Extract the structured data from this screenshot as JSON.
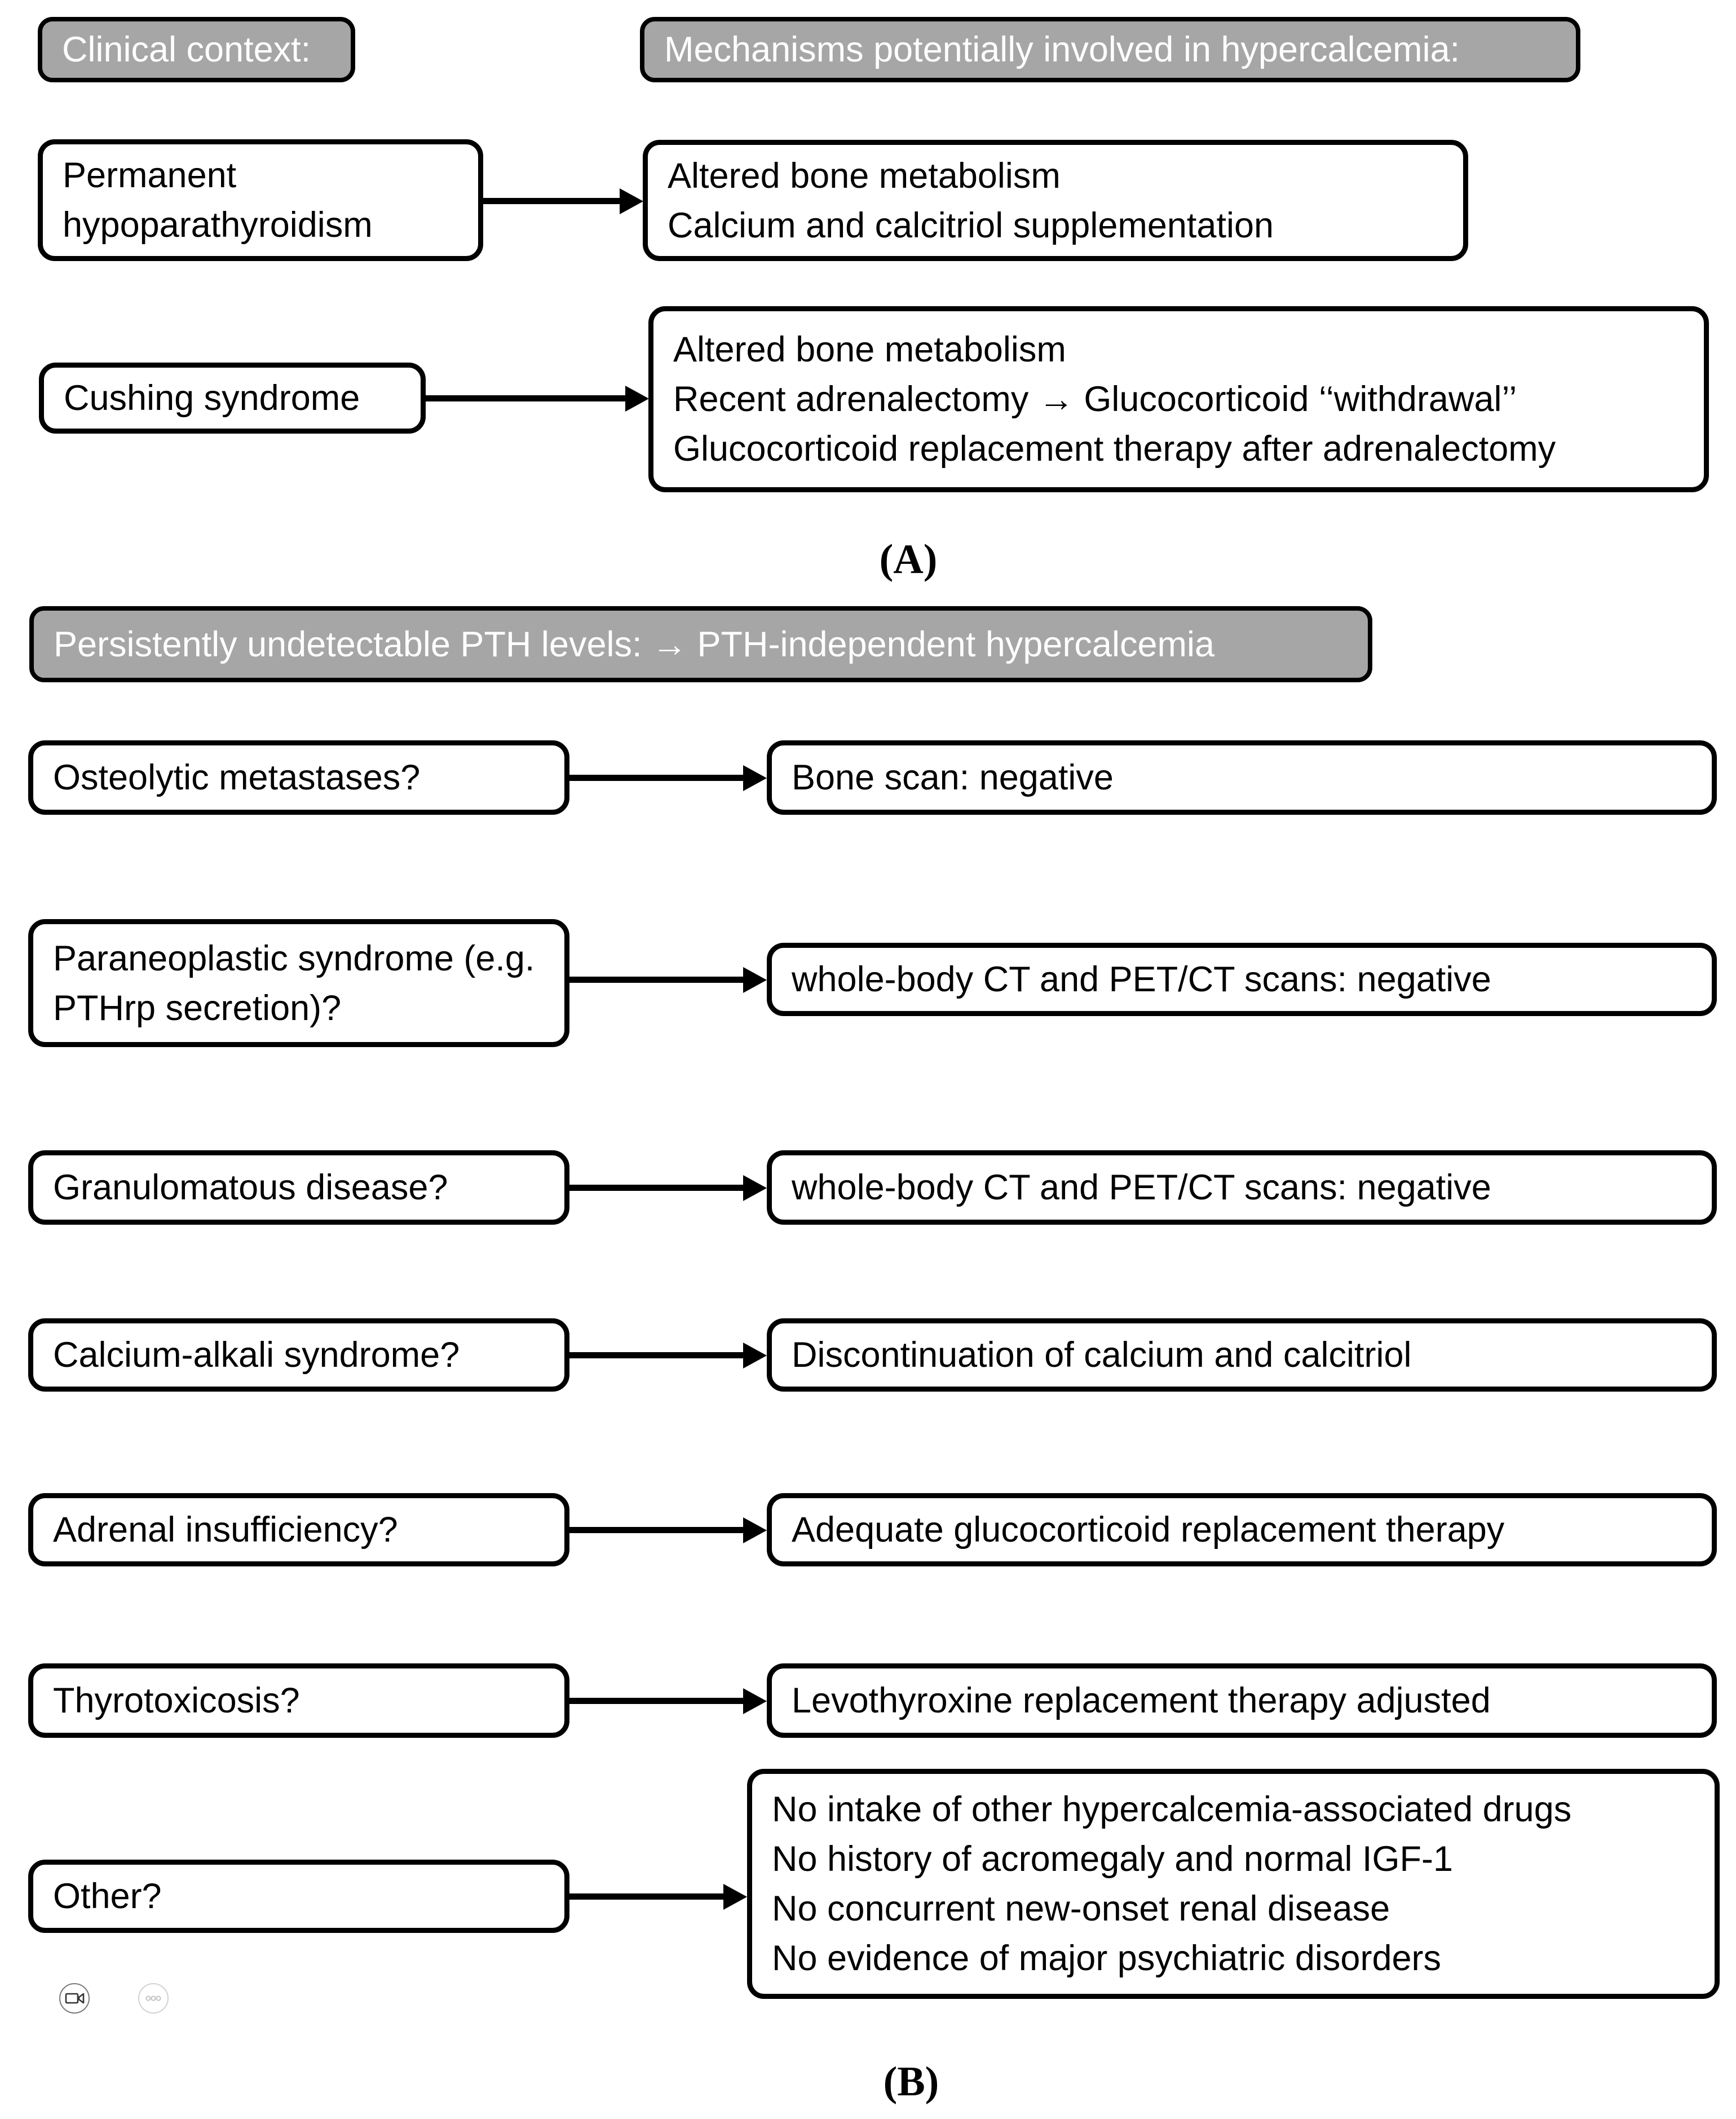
{
  "panel_a": {
    "header_context": "Clinical context:",
    "header_mechanisms": "Mechanisms potentially involved in hypercalcemia:",
    "row1": {
      "context": "Permanent hypoparathyroidism",
      "mechanisms": [
        "Altered bone metabolism",
        "Calcium and calcitriol supplementation"
      ]
    },
    "row2": {
      "context": "Cushing syndrome",
      "mechanisms": [
        "Altered bone metabolism",
        "Recent adrenalectomy → Glucocorticoid ‘‘withdrawal’’",
        "Glucocorticoid replacement therapy after adrenalectomy"
      ]
    },
    "label": "(A)"
  },
  "panel_b": {
    "header": "Persistently undetectable PTH levels: → PTH-independent hypercalcemia",
    "rows": [
      {
        "question": "Osteolytic metastases?",
        "answer": [
          "Bone scan: negative"
        ]
      },
      {
        "question": "Paraneoplastic syndrome (e.g. PTHrp secretion)?",
        "answer": [
          "whole-body CT and PET/CT scans: negative"
        ]
      },
      {
        "question": "Granulomatous disease?",
        "answer": [
          "whole-body CT and PET/CT scans: negative"
        ]
      },
      {
        "question": "Calcium-alkali syndrome?",
        "answer": [
          "Discontinuation of calcium and calcitriol"
        ]
      },
      {
        "question": "Adrenal insufficiency?",
        "answer": [
          "Adequate glucocorticoid replacement therapy"
        ]
      },
      {
        "question": "Thyrotoxicosis?",
        "answer": [
          "Levothyroxine replacement therapy adjusted"
        ]
      },
      {
        "question": "Other?",
        "answer": [
          "No intake of other hypercalcemia-associated drugs",
          "No history of acromegaly and normal IGF-1",
          "No concurrent new-onset renal disease",
          "No evidence of major psychiatric disorders"
        ]
      }
    ],
    "label": "(B)"
  },
  "colors": {
    "header_fill": "#a6a6a6",
    "header_text": "#ffffff",
    "box_border": "#000000"
  },
  "overlay": {
    "icons": [
      {
        "name": "video-camera-icon"
      },
      {
        "name": "ellipsis-icon"
      }
    ]
  }
}
